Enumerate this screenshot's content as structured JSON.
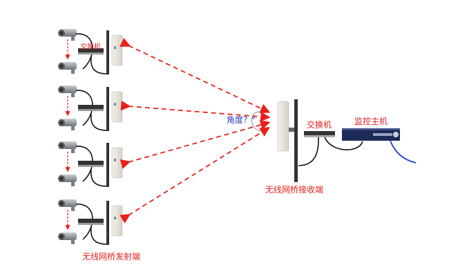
{
  "labels": {
    "tx_switch": "交换机",
    "angle": "角度？°",
    "rx_bridge": "无线网桥接收端",
    "rx_switch": "交换机",
    "monitor_host": "监控主机",
    "tx_bridge": "无线网桥发射端"
  },
  "colors": {
    "label": "#e0201c",
    "angle_label": "#2a36b8",
    "signal_arrow": "#e8201a",
    "network_cable": "#1f3fd0"
  },
  "transmitter_groups": 4
}
